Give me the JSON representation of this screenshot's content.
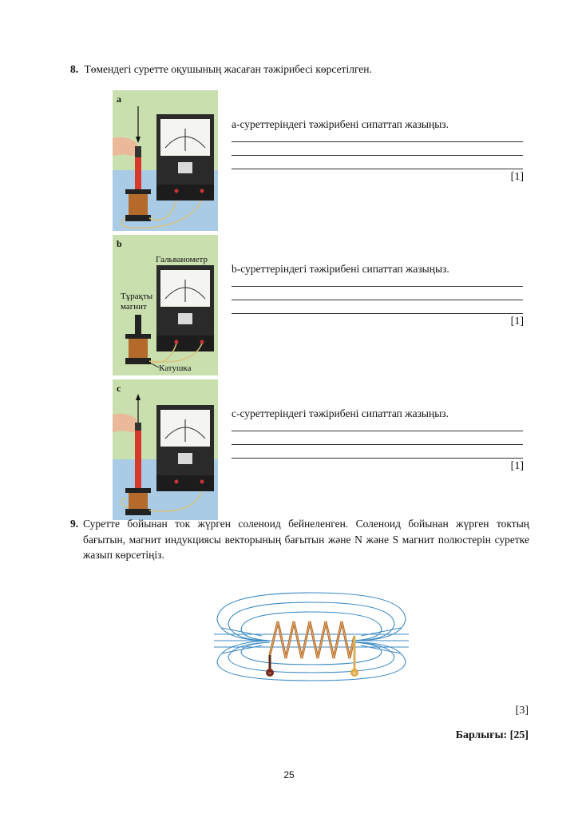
{
  "q8": {
    "number": "8.",
    "text": "Төмендегі суретте оқушының жасаған тәжірибесі көрсетілген.",
    "panels": [
      {
        "letter": "a",
        "prompt": "a-суреттеріндегі тәжірибені сипаттап жазыңыз.",
        "mark": "[1]"
      },
      {
        "letter": "b",
        "prompt": "b-суреттеріндегі тәжірибені сипаттап жазыңыз.",
        "mark": "[1]"
      },
      {
        "letter": "c",
        "prompt": "c-суреттеріндегі тәжірибені сипаттап жазыңыз.",
        "mark": "[1]"
      }
    ],
    "labels": {
      "galvanometer": "Гальванометр",
      "magnet_line1": "Тұрақты",
      "magnet_line2": "магнит",
      "coil": "Катушка"
    }
  },
  "q9": {
    "number": "9.",
    "text": "Суретте бойынан ток жүрген соленоид бейнеленген. Соленоид бойынан жүрген токтың бағытын, магнит индукциясы векторының бағытын және N және S магнит полюстерін суретке жазып көрсетіңіз.",
    "mark": "[3]",
    "terminal_minus": "–",
    "terminal_plus": "+"
  },
  "total": "Барлығы: [25]",
  "page_number": "25",
  "colors": {
    "panel_bg_top": "#c9dfae",
    "panel_bg_bottom": "#a9cbe6",
    "magnet_red": "#d8382a",
    "coil_copper": "#b46a2a",
    "field_line": "#3a8ac4"
  }
}
